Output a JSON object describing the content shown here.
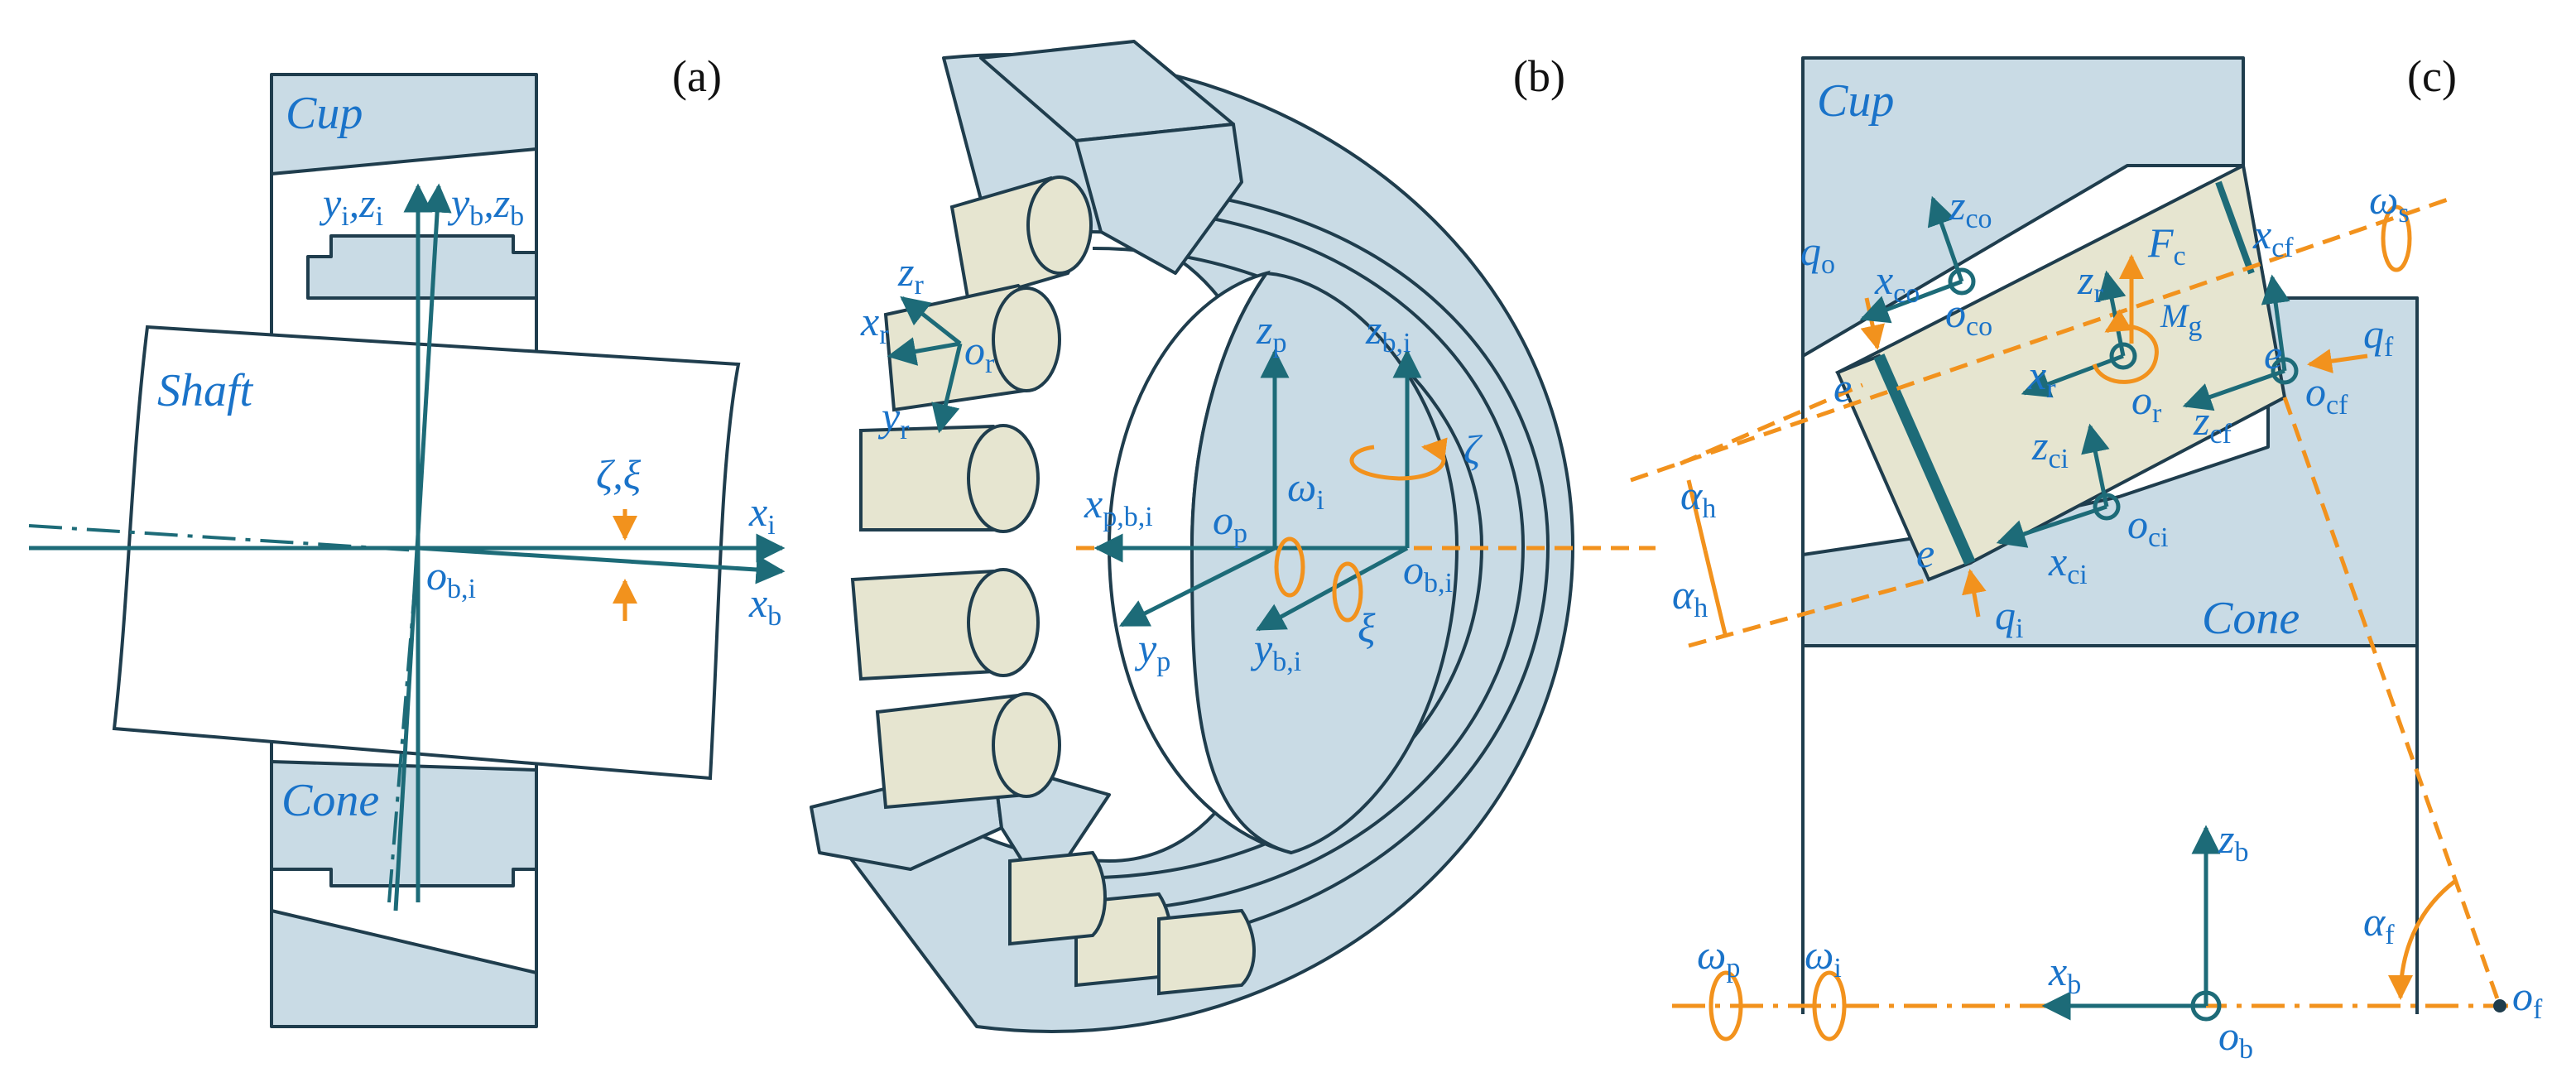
{
  "colors": {
    "part_fill": "#c9dbe5",
    "roller_fill": "#e6e5d0",
    "outline": "#1f3d4d",
    "axis_teal": "#1d6b78",
    "label_blue": "#1a73c9",
    "accent_orange": "#f2921d"
  },
  "panel_a": {
    "tag": "(a)",
    "cup": "Cup",
    "shaft": "Shaft",
    "cone": "Cone",
    "labels": {
      "yi_zi": "y",
      "yi_zi_sub": "i",
      "yi_zi_sep": ",z",
      "yi_zi_sub2": "i",
      "yb_zb": "y",
      "yb_zb_sub": "b",
      "yb_zb_sep": ",z",
      "yb_zb_sub2": "b",
      "zeta_xi": "ζ,ξ",
      "xi": "x",
      "xi_sub": "i",
      "xb": "x",
      "xb_sub": "b",
      "obi": "o",
      "obi_sub": "b,i"
    }
  },
  "panel_b": {
    "tag": "(b)",
    "labels": {
      "zr": "z",
      "zr_sub": "r",
      "xr": "x",
      "xr_sub": "r",
      "or": "o",
      "or_sub": "r",
      "yr": "y",
      "yr_sub": "r",
      "zp": "z",
      "zp_sub": "p",
      "zbi": "z",
      "zbi_sub": "b,i",
      "xpbi": "x",
      "xpbi_sub": "p,b,i",
      "op": "o",
      "op_sub": "p",
      "omega_i": "ω",
      "omega_i_sub": "i",
      "zeta": "ζ",
      "obi": "o",
      "obi_sub": "b,i",
      "yp": "y",
      "yp_sub": "p",
      "ybi": "y",
      "ybi_sub": "b,i",
      "xi": "ξ"
    }
  },
  "panel_c": {
    "tag": "(c)",
    "cup": "Cup",
    "cone": "Cone",
    "labels": {
      "zco": "z",
      "zco_sub": "co",
      "xco": "x",
      "xco_sub": "co",
      "oco": "o",
      "oco_sub": "co",
      "qo": "q",
      "qo_sub": "o",
      "zr": "z",
      "zr_sub": "r",
      "Fc": "F",
      "Fc_sub": "c",
      "Mg": "M",
      "Mg_sub": "g",
      "xcf": "x",
      "xcf_sub": "cf",
      "omega_s": "ω",
      "omega_s_sub": "s",
      "e1": "e",
      "e2": "e",
      "e3": "e",
      "qf": "q",
      "qf_sub": "f",
      "ocf": "o",
      "ocf_sub": "cf",
      "xr": "x",
      "xr_sub": "r",
      "or": "o",
      "or_sub": "r",
      "zcf": "z",
      "zcf_sub": "cf",
      "zci": "z",
      "zci_sub": "ci",
      "oci": "o",
      "oci_sub": "ci",
      "xci": "x",
      "xci_sub": "ci",
      "qi": "q",
      "qi_sub": "i",
      "alpha_h1": "α",
      "alpha_h1_sub": "h",
      "alpha_h2": "α",
      "alpha_h2_sub": "h",
      "zb": "z",
      "zb_sub": "b",
      "xb": "x",
      "xb_sub": "b",
      "ob": "o",
      "ob_sub": "b",
      "alpha_f": "α",
      "alpha_f_sub": "f",
      "of": "o",
      "of_sub": "f",
      "omega_p": "ω",
      "omega_p_sub": "p",
      "omega_i": "ω",
      "omega_i_sub": "i"
    }
  }
}
